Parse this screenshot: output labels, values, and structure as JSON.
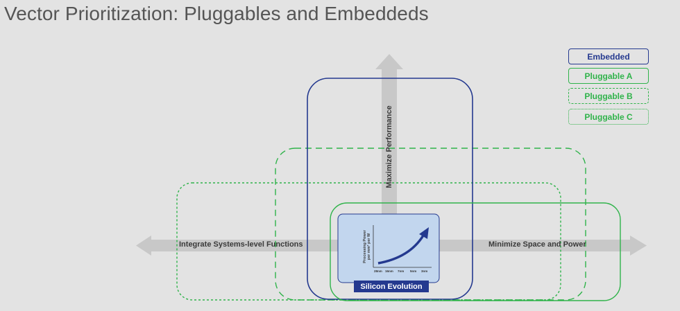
{
  "title": "Vector Prioritization: Pluggables and Embeddeds",
  "legend": [
    {
      "label": "Embedded",
      "color": "#24398f",
      "line": "solid"
    },
    {
      "label": "Pluggable A",
      "color": "#2fb34a",
      "line": "solid"
    },
    {
      "label": "Pluggable B",
      "color": "#2fb34a",
      "line": "dashed"
    },
    {
      "label": "Pluggable C",
      "color": "#2fb34a",
      "line": "dotted"
    }
  ],
  "axes": {
    "up": "Maximize Performance",
    "left": "Integrate Systems-level Functions",
    "right": "Minimize Space and Power"
  },
  "silicon": {
    "label": "Silicon Evolution",
    "ylabel_line1": "Processing Power",
    "ylabel_line2": "per mm² per W",
    "ticks": [
      "28nm",
      "16nm",
      "7nm",
      "5nm",
      "3nm"
    ]
  },
  "colors": {
    "arrow": "#c8c8c8",
    "embedded": "#24398f",
    "pluggable": "#2fb34a",
    "silicon_panel": "#c2d6ee",
    "curve": "#24398f"
  }
}
